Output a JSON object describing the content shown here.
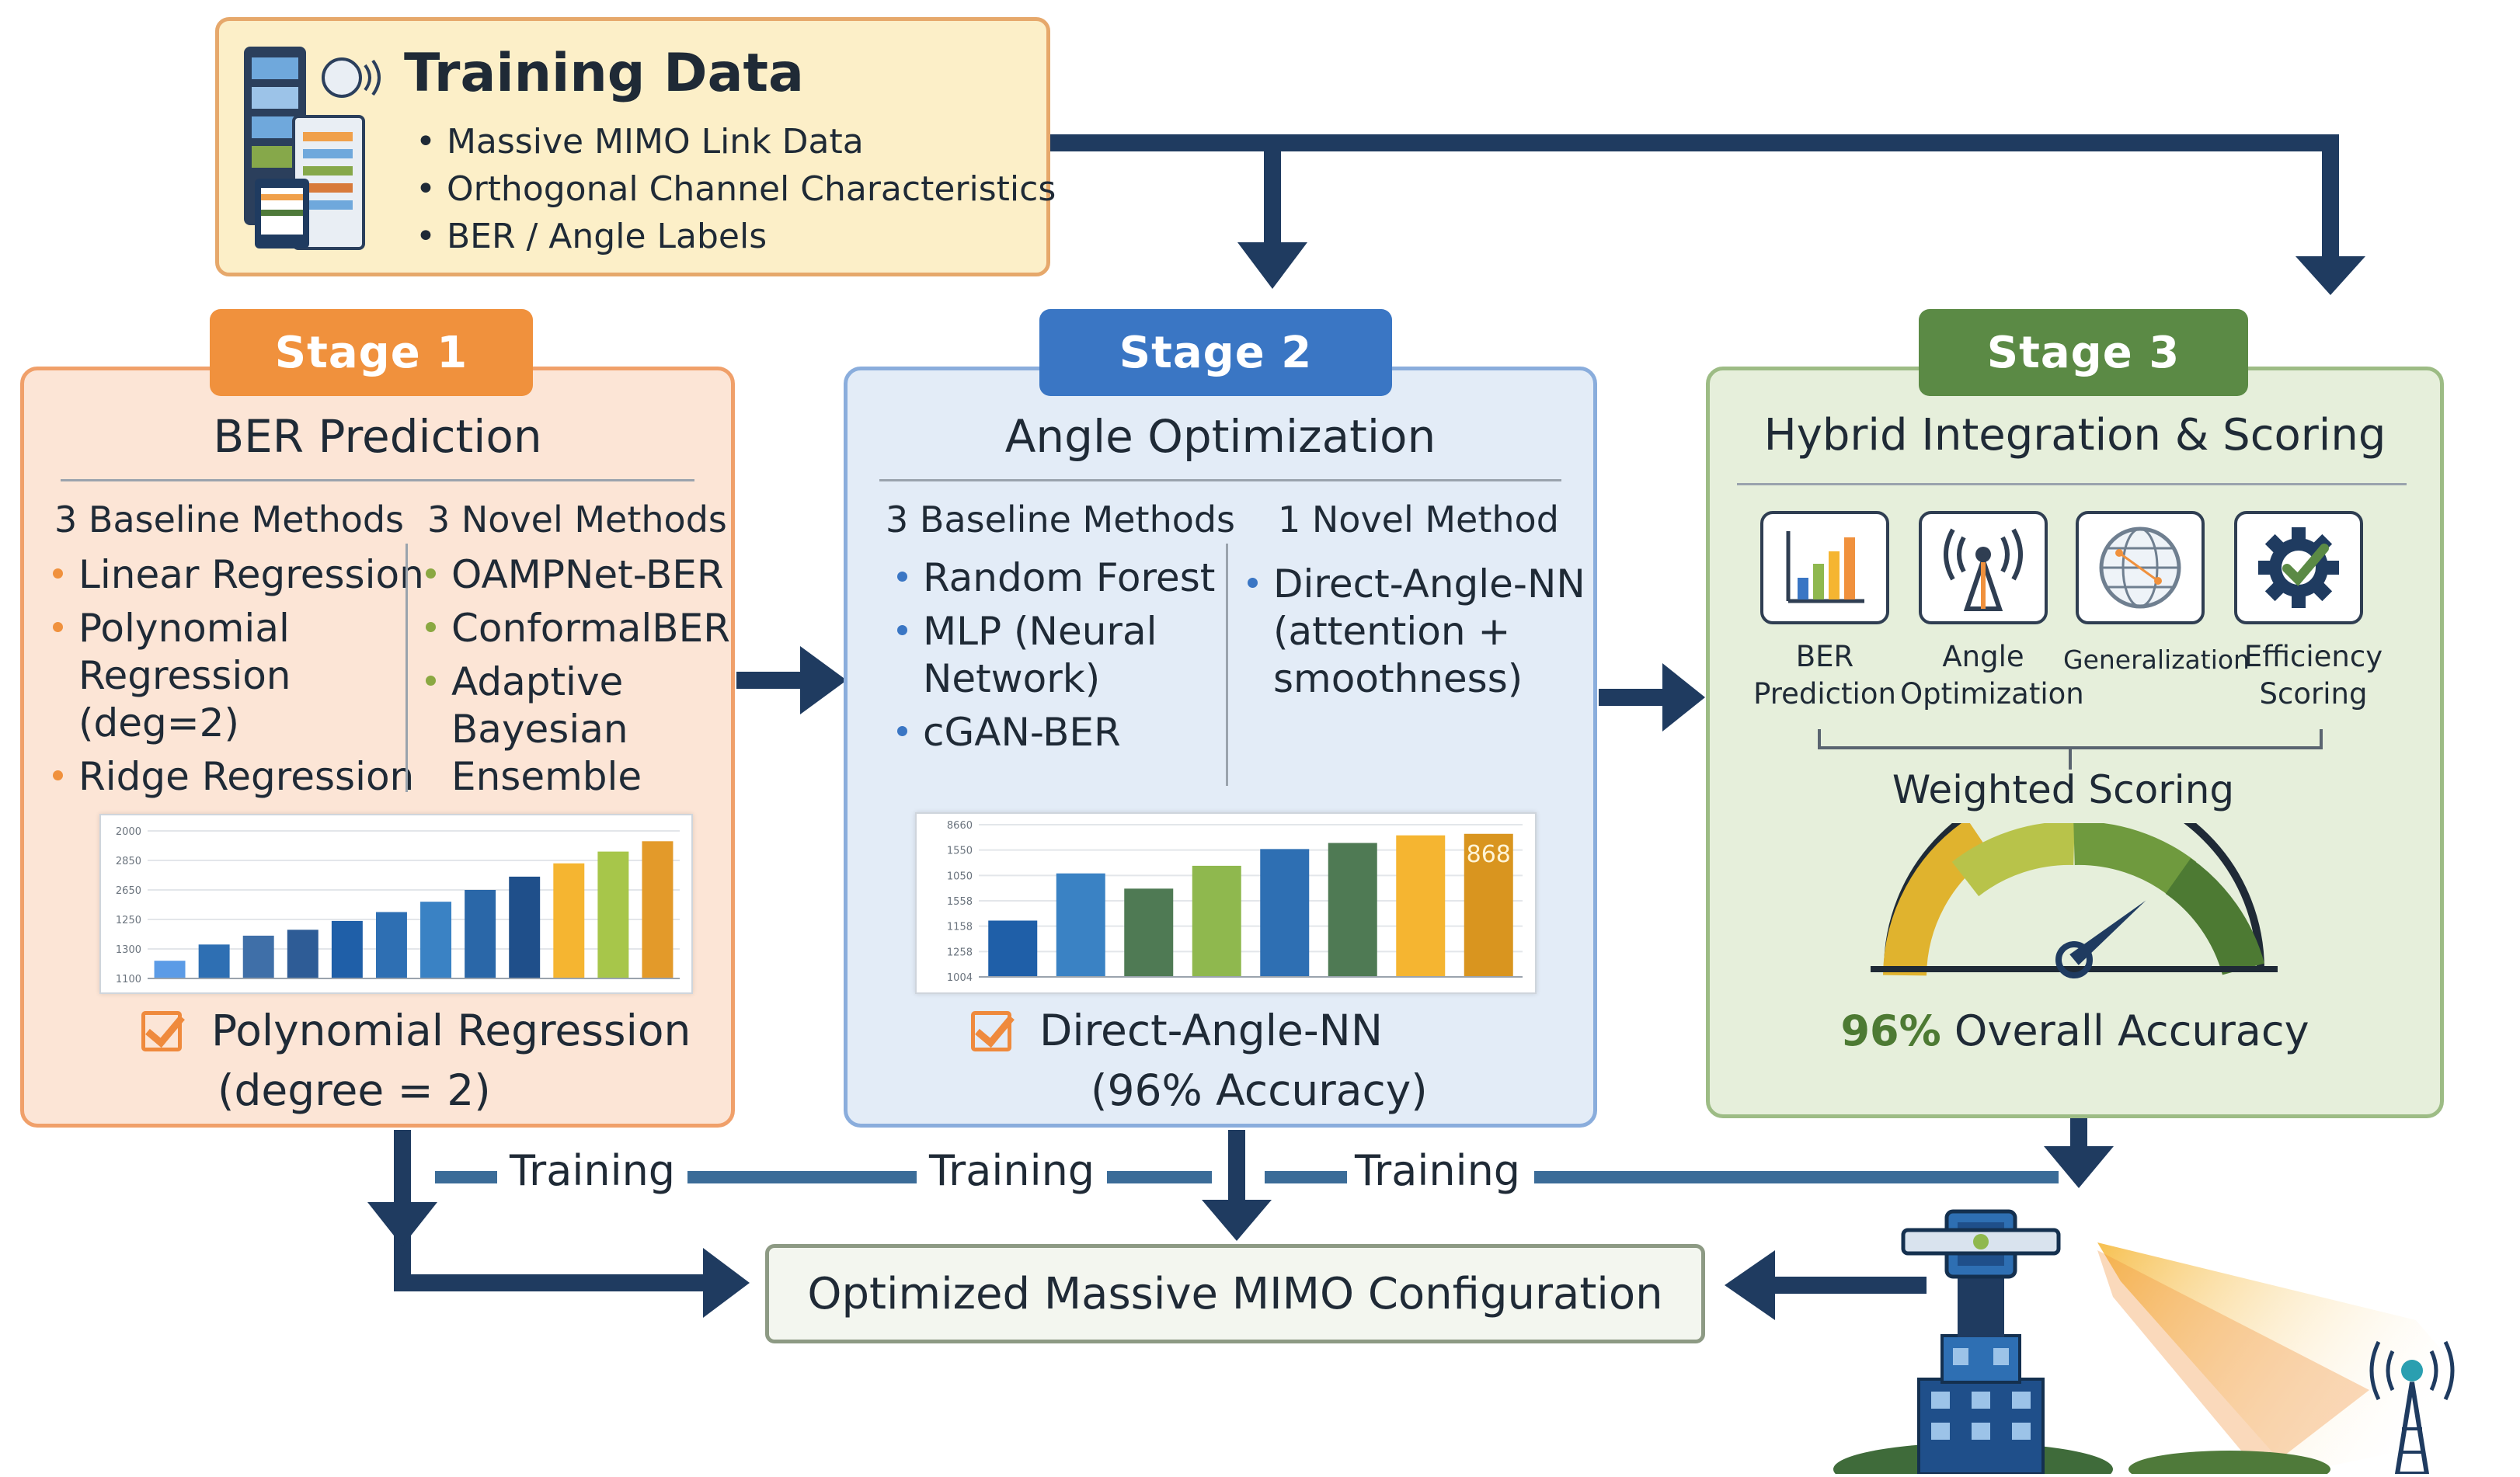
{
  "training_data": {
    "title": "Training Data",
    "items": [
      "Massive MIMO Link Data",
      "Orthogonal Channel Characteristics",
      "BER / Angle Labels"
    ],
    "icon": "server-database-icon"
  },
  "stage1": {
    "tab": "Stage 1",
    "title": "BER Prediction",
    "baseline_header": "3 Baseline Methods",
    "novel_header": "3 Novel Methods",
    "baseline": [
      "Linear Regression",
      "Polynomial",
      "Regression",
      "(deg=2)",
      "Ridge Regression"
    ],
    "novel": [
      "OAMPNet-BER",
      "ConformalBER",
      "Adaptive",
      "Bayesian",
      "Ensemble"
    ],
    "y_ticks": [
      "2000",
      "2850",
      "2650",
      "1250",
      "1300",
      "1100"
    ],
    "result_line1": "Polynomial Regression",
    "result_line2": "(degree = 2)",
    "bar_values": [
      0.12,
      0.23,
      0.29,
      0.33,
      0.39,
      0.45,
      0.52,
      0.6,
      0.69,
      0.78,
      0.86,
      0.93
    ],
    "bar_colors": [
      "#5b9be6",
      "#2e6fb3",
      "#3f6fa8",
      "#2e5c96",
      "#1f5fa8",
      "#2e6fb3",
      "#3a82c4",
      "#2a67a8",
      "#1f4f8a",
      "#f5b531",
      "#a7c64a",
      "#e39a2a"
    ]
  },
  "stage2": {
    "tab": "Stage 2",
    "title": "Angle Optimization",
    "baseline_header": "3 Baseline Methods",
    "novel_header": "1 Novel Method",
    "baseline": [
      "Random Forest",
      "MLP (Neural",
      "Network)",
      "cGAN-BER"
    ],
    "novel": [
      "Direct-Angle-NN",
      "(attention +",
      "smoothness)"
    ],
    "y_ticks": [
      "8660",
      "1550",
      "1050",
      "1558",
      "1158",
      "1258",
      "1004"
    ],
    "bar_label": "868",
    "result_line1": "Direct-Angle-NN",
    "result_line2": "(96% Accuracy)",
    "bar_values": [
      0.37,
      0.68,
      0.58,
      0.73,
      0.84,
      0.88,
      0.93,
      0.94
    ],
    "bar_colors": [
      "#1f5fa8",
      "#3a82c4",
      "#4f7a54",
      "#8fb84e",
      "#2e6fb3",
      "#4f7a54",
      "#f5b531",
      "#d9951f"
    ]
  },
  "stage3": {
    "tab": "Stage 3",
    "title": "Hybrid Integration & Scoring",
    "icons": [
      {
        "name": "bar-chart-icon",
        "label_lines": [
          "BER",
          "Prediction"
        ]
      },
      {
        "name": "antenna-tower-icon",
        "label_lines": [
          "Angle",
          "Optimization"
        ]
      },
      {
        "name": "globe-network-icon",
        "label_lines": [
          "Generalization",
          ""
        ]
      },
      {
        "name": "gear-check-icon",
        "label_lines": [
          "Efficiency",
          "Scoring"
        ]
      }
    ],
    "weighted_label": "Weighted Scoring",
    "accuracy_value": "96%",
    "accuracy_text": " Overall Accuracy",
    "gauge_level": 0.78
  },
  "flow": {
    "training_labels": [
      "Training",
      "Training",
      "Training"
    ],
    "output": "Optimized Massive MIMO Configuration"
  },
  "colors": {
    "arrow": "#1f3b60",
    "stage1": "#f0913d",
    "stage2": "#3a76c4",
    "stage3": "#5b8a45"
  }
}
